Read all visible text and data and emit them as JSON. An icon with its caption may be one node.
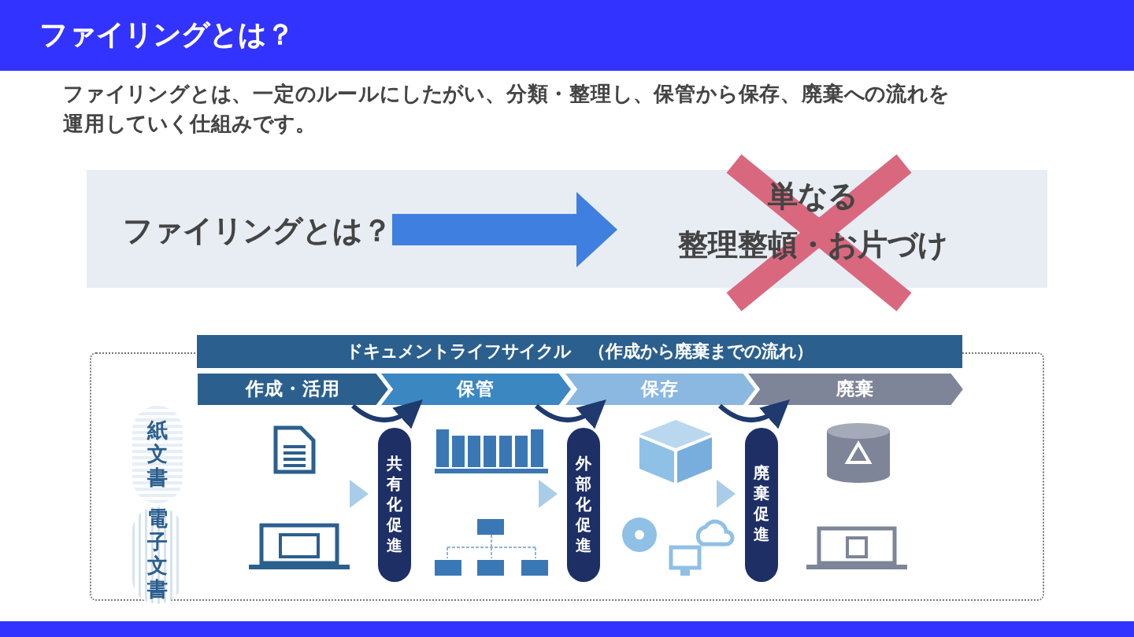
{
  "diagram": {
    "title": "ファイリングとは？",
    "nodes": [
      {
        "text": [
          "ファイリングとは？"
        ]
      },
      {
        "text": [
          "単なる",
          "整理整頓・お片づけ"
        ]
      },
      {
        "text": [
          "ドキュメントライフサイクル　（作成から廃棄までの流れ）"
        ]
      },
      {
        "text": [
          "作成・活用"
        ]
      },
      {
        "text": [
          "保管"
        ]
      },
      {
        "text": [
          "保存"
        ]
      },
      {
        "text": [
          "廃棄"
        ]
      },
      {
        "text": [
          "紙文書"
        ]
      },
      {
        "text": [
          "電子文書"
        ]
      },
      {
        "text": [
          "共有化促進"
        ]
      },
      {
        "text": [
          "外部化促進"
        ]
      },
      {
        "text": [
          "廃棄促進"
        ]
      }
    ],
    "edges": [
      {
        "from": 0,
        "to": 1,
        "arrow": "to",
        "style": "thick",
        "color": "#3f7fe0"
      },
      {
        "from": 3,
        "to": 4,
        "arrow": "to"
      },
      {
        "from": 4,
        "to": 5,
        "arrow": "to"
      },
      {
        "from": 5,
        "to": 6,
        "arrow": "to"
      }
    ],
    "labels": [
      "ファイリングとは、一定のルールにしたがい、分類・整理し、保管から保存、廃棄への流れを運用していく仕組みです。"
    ]
  }
}
